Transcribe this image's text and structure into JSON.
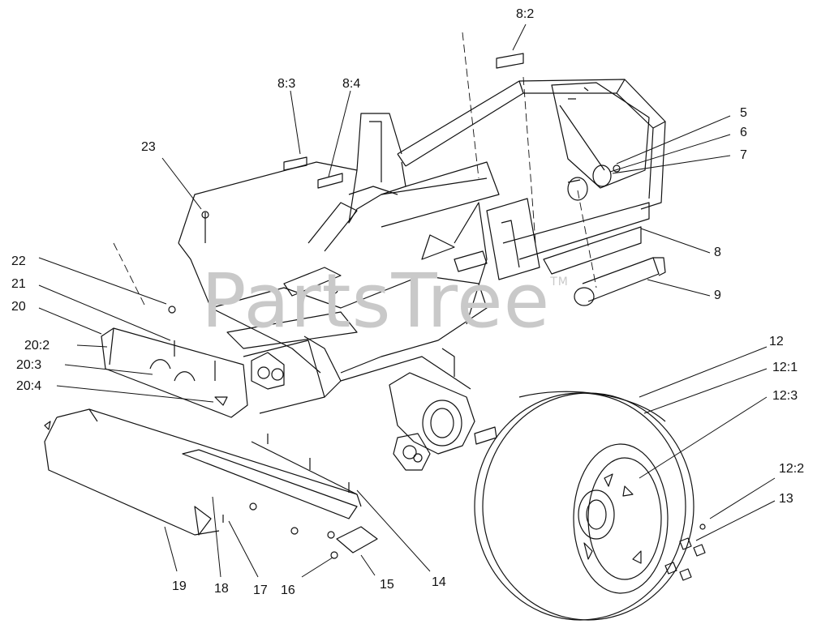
{
  "watermark": {
    "text": "PartsTree",
    "mark": "TM"
  },
  "callouts": {
    "c8_2": "8:2",
    "c8_3": "8:3",
    "c8_4": "8:4",
    "c23": "23",
    "c5": "5",
    "c6": "6",
    "c7": "7",
    "c8": "8",
    "c9": "9",
    "c22": "22",
    "c21": "21",
    "c20": "20",
    "c20_2": "20:2",
    "c20_3": "20:3",
    "c20_4": "20:4",
    "c12": "12",
    "c12_1": "12:1",
    "c12_3": "12:3",
    "c12_2": "12:2",
    "c13": "13",
    "c14": "14",
    "c15": "15",
    "c16": "16",
    "c17": "17",
    "c18": "18",
    "c19": "19"
  }
}
